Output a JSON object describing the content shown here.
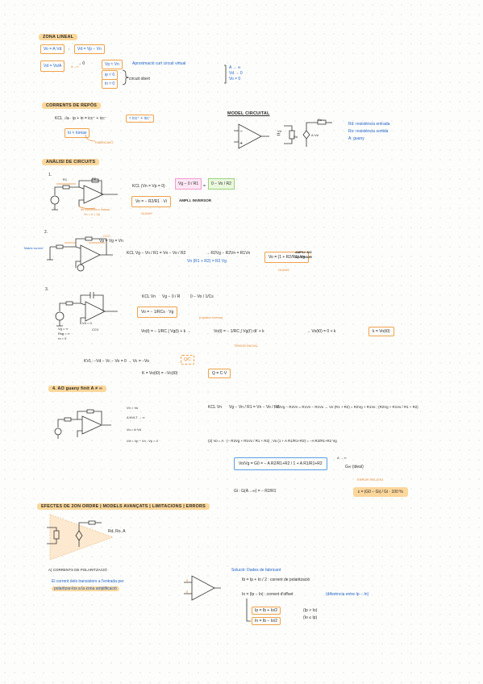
{
  "sections": {
    "zona_lineal": "ZONA LINEAL",
    "corrents_regims": "CORRENTS DE REPÒS",
    "model_circuital": "MODEL CIRCUITAL",
    "analisi_circuits": "ANÀLISI DE CIRCUITS",
    "guany_finit": "4. AO guany finit A ≠ ∞",
    "efectes_2ordre": "EFECTES DE 2ON ORDRE | MODELS AVANÇATS | LIMITACIONS | ERRORS"
  },
  "zona_lineal": {
    "eq1": "Vo = A·Vd",
    "eq2": "Vd = Vp − Vn",
    "eq3": "Vd = Vo/A",
    "limit": "A→∞",
    "arrow_zero": "→ 0",
    "eq4": "Vp ≈ Vn",
    "aproximacio": "Aproximació curt circuit virtual",
    "ip": "ip ≈ 0",
    "in": "in ≈ 0",
    "circuit_obert": "circuit obert",
    "list": [
      "A → ∞",
      "Vd → 0",
      "Vo ≠ 0"
    ]
  },
  "corrents": {
    "kcl": "KCL ↓Ia · ip + in = icc⁺ + icc⁻",
    "approx": "≈ icc⁺ + icc⁻",
    "condition": "Io < Iomax",
    "fabricant": "FABRICANT"
  },
  "model": {
    "rd": "Rd: resistència entrada",
    "ro": "Ro: resistència sortida",
    "a": "A: guany",
    "rd_label": "Rd",
    "vd_label": "Vd",
    "avd_label": "A·Vd",
    "ro_label": "Ro"
  },
  "circuit1": {
    "num": "1.",
    "kcl": "KCL (Vn = Vp = 0)",
    "eq": "Vo = − R2/R1 · Vi",
    "name": "AMPLI. INVERSOR",
    "pink": "Vg − 0 / R1",
    "green": "0 − Vo / R2",
    "note1": "es connecta a massa",
    "note2": "Vn = 0 = Vp",
    "guany": "GUANY",
    "r1": "R1",
    "r2": "R2"
  },
  "circuit2": {
    "num": "2.",
    "cc": "CCV",
    "rel": "Vp = Vg = Vn",
    "kcl": "KCL  Vg − Vn / R1 = Vn − Vo / R2",
    "s1": "→ R2Vg − R2Vn = R1Vn",
    "s2": "Vn (R1 + R2) = R2 Vg",
    "result": "Vo = (1 + R2/R1) Vg",
    "name": "AMPLI. NO INVERSOR",
    "guany": "GUANY",
    "note": "Mateix corrent"
  },
  "circuit3": {
    "num": "3.",
    "kcl": "KCL Vn",
    "frac1": "Vg − 0 / R",
    "frac2": "0 − Vo / 1/Cs",
    "box": "Vo = − 1/RCs · Vg",
    "laplace": "(Laplace inversa)",
    "vo_t": "Vo(t) = − 1/RC ∫ Vg(t) + k →",
    "vo_t2": "Vo(t) = − 1/RC ∫ Vg(t′) dt′ + k",
    "to": "→ Vo(t0) = 0 + k",
    "k": "k = Vo(t0)",
    "tv": "TENSIÓ INICIAL",
    "kvl": "KVL: −Vd − Vc − Vo = 0 → Vc = −Vo",
    "qc": "Q/C",
    "kc": "K = Vo(t0) = −Vc(t0)",
    "q": "Q = C·V",
    "vd": "Vd = 0",
    "rg": "rg = 0",
    "ccv": "CCV",
    "side": [
      "Vg = ∞",
      "Rsg = ∞",
      "ro = 0"
    ]
  },
  "circuit4": {
    "left": [
      "Vn = Vo",
      "A NVLT → ∞",
      "Vo = A·Vd",
      "Vd = Vp − Vn ; Vp = 0"
    ],
    "kcl": "KCL Vn",
    "f1": "Vg − Vn / R1 = Vn − Vo / R2",
    "f2": "; R2Vg − R2Vn = R1Vn − R1Vo → Vn (R1 + R2) = R2Vg + R1Vo ; (R2Vg + R1Vo / R1 + R2)",
    "sub": "(2) Vo = A · (− R2Vg + R1Vo / R1 + R2) ; Vo (1 + A R1/R1+R2) = −A R2/R1+R2 Vg",
    "box": "Vo/Vg = G0 = − A R2/R1+R2 / 1 + A R1/R1+R2",
    "ideal": "G∞ (ideal)",
    "ainf": "A → ∞",
    "gi": "Gi : G(A→∞) = − R2/R1",
    "error_label": "ERROR RELATIU",
    "error": "ε = |G0 − Gi| / Gi · 100 %"
  },
  "efectes": {
    "params": "Rd, Ro, A",
    "polarit": "A) CORRENTS DE POLARITZACIÓ",
    "desc1": "El corrent dels transistors a l'entrada per",
    "desc2": "polaritzar-los a la zona amplificació",
    "titol_dades": "Solució: Dades de fabricant",
    "ib": "Ib = Ip + In / 2 : corrent de polarització",
    "io": "Io = |Ip − In| : corrent d'offset",
    "io_note": "(diferència entre Ip − In)",
    "ip": "Ip = Ib + Io/2",
    "in": "In = Ib − Io/2",
    "cond": "(Ip > Io)",
    "cond2": "(Io ≤ Ip)"
  }
}
